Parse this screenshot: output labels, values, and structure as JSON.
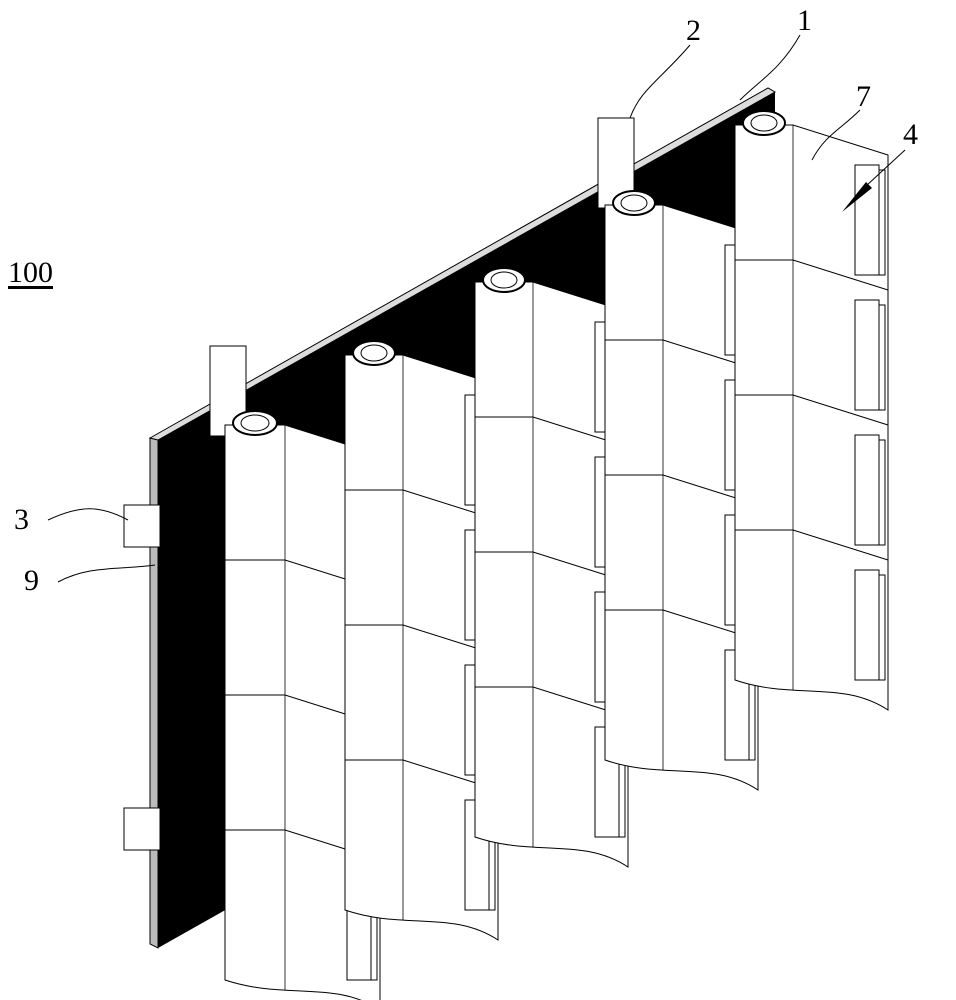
{
  "figure": {
    "reference_numerals": {
      "assembly": "100",
      "panel": "1",
      "upper_bracket": "2",
      "side_bracket": "3",
      "module_arrow": "4",
      "side_plate": "7",
      "edge_frame": "9"
    },
    "colors": {
      "line": "#000000",
      "panel": "#000000",
      "module": "#ffffff",
      "frame": "#9a9a9a"
    }
  }
}
